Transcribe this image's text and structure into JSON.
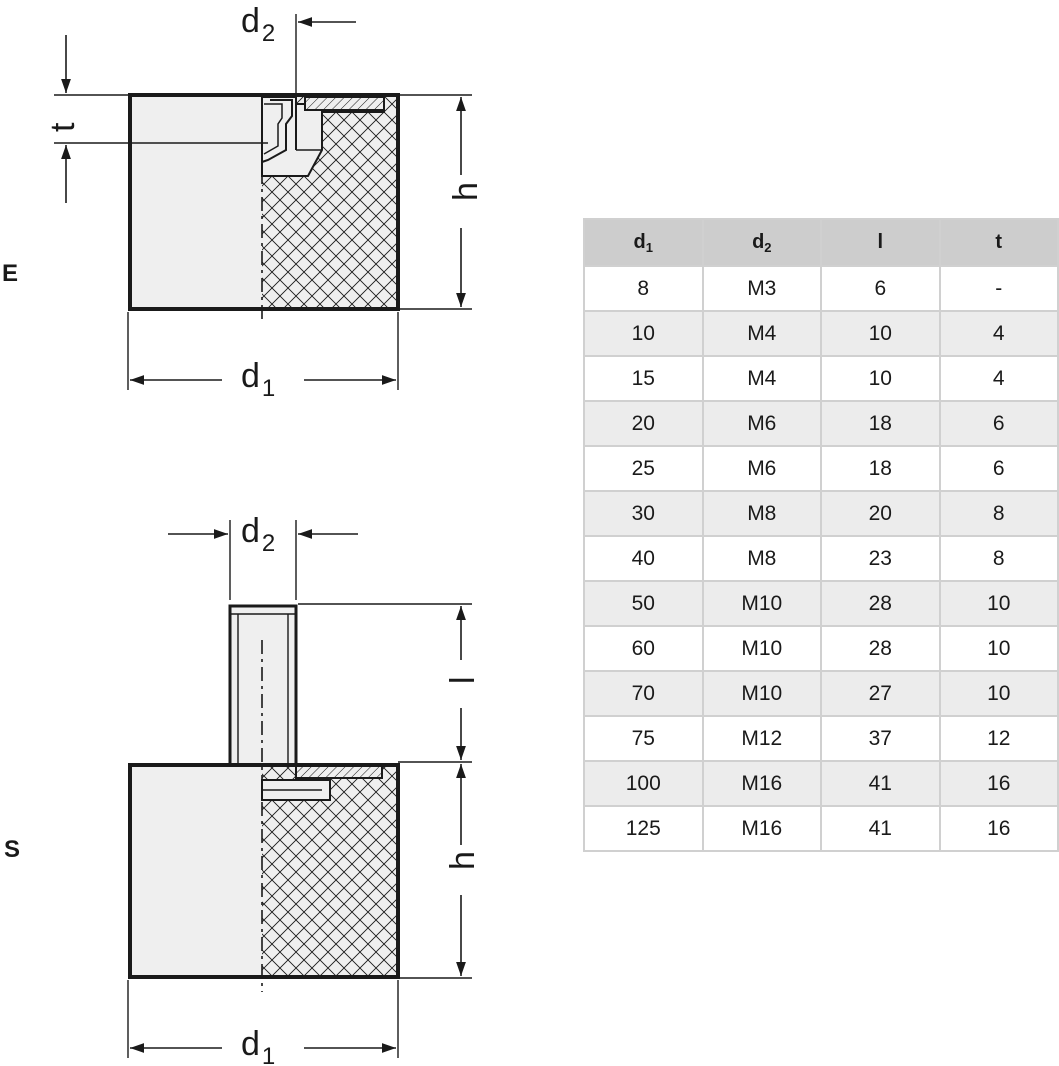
{
  "types": {
    "e": "E",
    "s": "S"
  },
  "dims": {
    "d1": {
      "base": "d",
      "sub": "1"
    },
    "d2": {
      "base": "d",
      "sub": "2"
    },
    "h": "h",
    "t": "t",
    "l": "l"
  },
  "table": {
    "headers": [
      {
        "base": "d",
        "sub": "1"
      },
      {
        "base": "d",
        "sub": "2"
      },
      {
        "base": "l",
        "sub": ""
      },
      {
        "base": "t",
        "sub": ""
      }
    ],
    "rows": [
      [
        "8",
        "M3",
        "6",
        "-"
      ],
      [
        "10",
        "M4",
        "10",
        "4"
      ],
      [
        "15",
        "M4",
        "10",
        "4"
      ],
      [
        "20",
        "M6",
        "18",
        "6"
      ],
      [
        "25",
        "M6",
        "18",
        "6"
      ],
      [
        "30",
        "M8",
        "20",
        "8"
      ],
      [
        "40",
        "M8",
        "23",
        "8"
      ],
      [
        "50",
        "M10",
        "28",
        "10"
      ],
      [
        "60",
        "M10",
        "28",
        "10"
      ],
      [
        "70",
        "M10",
        "27",
        "10"
      ],
      [
        "75",
        "M12",
        "37",
        "12"
      ],
      [
        "100",
        "M16",
        "41",
        "16"
      ],
      [
        "125",
        "M16",
        "41",
        "16"
      ]
    ]
  }
}
